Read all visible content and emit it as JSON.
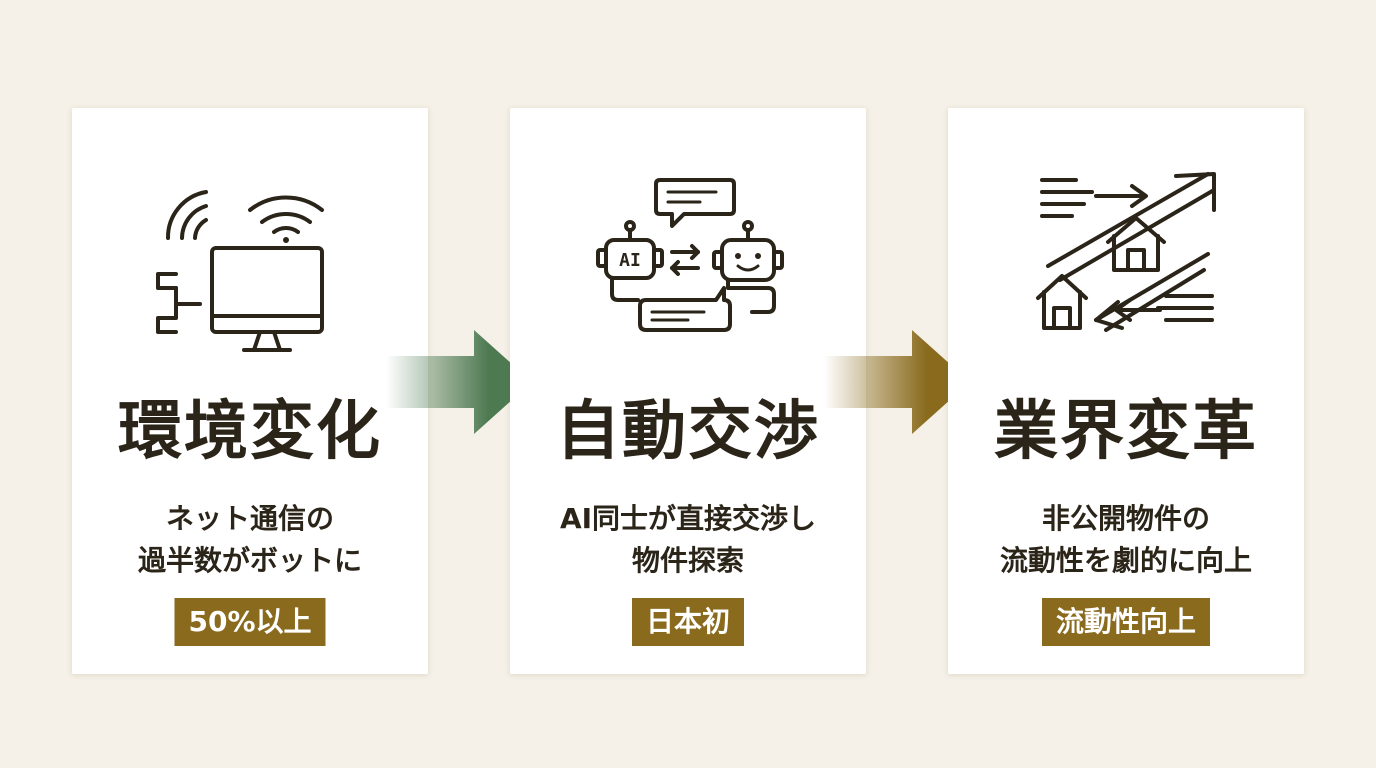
{
  "colors": {
    "background": "#f5f1e8",
    "card": "#ffffff",
    "text": "#2b2419",
    "badge": "#8a6b1e",
    "arrow_green": "#4e7a52",
    "arrow_gold": "#8a6b1e"
  },
  "cards": [
    {
      "icon": "monitor-wifi-icon",
      "title": "環境変化",
      "desc_lines": [
        "ネット通信の",
        "過半数がボットに"
      ],
      "badge": "50%以上"
    },
    {
      "icon": "ai-robots-chat-icon",
      "title": "自動交渉",
      "desc_lines": [
        "AI同士が直接交渉し",
        "物件探索"
      ],
      "badge": "日本初",
      "icon_text": "AI"
    },
    {
      "icon": "houses-arrows-icon",
      "title": "業界変革",
      "desc_lines": [
        "非公開物件の",
        "流動性を劇的に向上"
      ],
      "badge": "流動性向上"
    }
  ],
  "arrows": [
    {
      "icon": "flow-arrow-green-icon"
    },
    {
      "icon": "flow-arrow-gold-icon"
    }
  ]
}
